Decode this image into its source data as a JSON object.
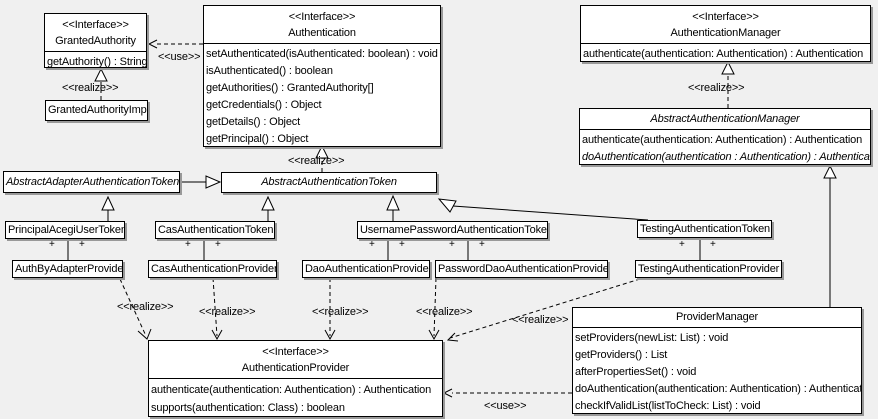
{
  "colors": {
    "background": "#f0f0f0",
    "box_fill": "#ffffff",
    "line": "#000000",
    "shadow": "#999999"
  },
  "edge_labels": {
    "use": "<<use>>",
    "realize": "<<realize>>"
  },
  "adornments": {
    "plus": "+"
  },
  "classes": {
    "granted_authority": {
      "stereotype": "<<Interface>>",
      "name": "GrantedAuthority",
      "methods": [
        "getAuthority() : String"
      ]
    },
    "granted_authority_impl": {
      "name": "GrantedAuthorityImpl"
    },
    "authentication": {
      "stereotype": "<<Interface>>",
      "name": "Authentication",
      "methods": [
        "setAuthenticated(isAuthenticated: boolean) : void",
        "isAuthenticated() : boolean",
        "getAuthorities() : GrantedAuthority[]",
        "getCredentials() : Object",
        "getDetails() : Object",
        "getPrincipal() : Object"
      ]
    },
    "authentication_manager": {
      "stereotype": "<<Interface>>",
      "name": "AuthenticationManager",
      "methods": [
        "authenticate(authentication: Authentication) : Authentication"
      ]
    },
    "abstract_authentication_manager": {
      "name": "AbstractAuthenticationManager",
      "methods": [
        "authenticate(authentication: Authentication) : Authentication",
        "doAuthentication(authentication : Authentication) : Authentication"
      ]
    },
    "abstract_adapter_authentication_token": {
      "name": "AbstractAdapterAuthenticationToken"
    },
    "abstract_authentication_token": {
      "name": "AbstractAuthenticationToken"
    },
    "principal_acegi_user_token": {
      "name": "PrincipalAcegiUserToken"
    },
    "cas_authentication_token": {
      "name": "CasAuthenticationToken"
    },
    "username_password_authentication_token": {
      "name": "UsernamePasswordAuthenticationToken"
    },
    "testing_authentication_token": {
      "name": "TestingAuthenticationToken"
    },
    "auth_by_adapter_provider": {
      "name": "AuthByAdapterProvider"
    },
    "cas_authentication_provider": {
      "name": "CasAuthenticationProvider"
    },
    "dao_authentication_provider": {
      "name": "DaoAuthenticationProvider"
    },
    "password_dao_authentication_provider": {
      "name": "PasswordDaoAuthenticationProvider"
    },
    "testing_authentication_provider": {
      "name": "TestingAuthenticationProvider"
    },
    "authentication_provider": {
      "stereotype": "<<Interface>>",
      "name": "AuthenticationProvider",
      "methods": [
        "authenticate(authentication: Authentication) : Authentication",
        "supports(authentication: Class) : boolean"
      ]
    },
    "provider_manager": {
      "name": "ProviderManager",
      "methods": [
        "setProviders(newList: List) : void",
        "getProviders() : List",
        "afterPropertiesSet() : void",
        "doAuthentication(authentication: Authentication) : Authentication",
        "checkIfValidList(listToCheck: List) : void"
      ]
    }
  }
}
